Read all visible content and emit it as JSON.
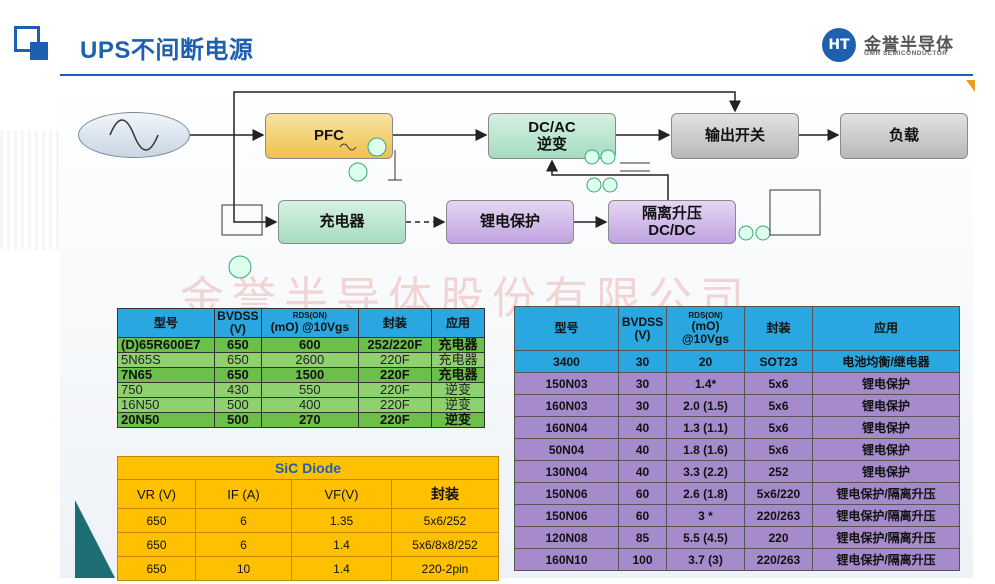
{
  "header": {
    "title": "UPS不间断电源",
    "logo_mark": "HT",
    "logo_name": "金誉半导体",
    "logo_sub": "GMR SEMICONDUCTOR"
  },
  "watermark": "金誉半导体股份有限公司",
  "diagram": {
    "pfc": "PFC",
    "dcac_line1": "DC/AC",
    "dcac_line2": "逆变",
    "output_switch": "输出开关",
    "load": "负载",
    "charger": "充电器",
    "battery_protection": "锂电保护",
    "iso_line1": "隔离升压",
    "iso_line2": "DC/DC"
  },
  "table_mosfet_hv": {
    "headers": {
      "model": "型号",
      "bvdss": "BVDSS",
      "bvdss_unit": "(V)",
      "rds": "RDS(ON)",
      "rds_unit": "(mO) @10Vgs",
      "package": "封装",
      "app": "应用"
    },
    "rows": [
      {
        "model": "(D)65R600E7",
        "bvdss": "650",
        "rds": "600",
        "package": "252/220F",
        "app": "充电器",
        "style": "dark"
      },
      {
        "model": "5N65S",
        "bvdss": "650",
        "rds": "2600",
        "package": "220F",
        "app": "充电器",
        "style": "light"
      },
      {
        "model": "7N65",
        "bvdss": "650",
        "rds": "1500",
        "package": "220F",
        "app": "充电器",
        "style": "dark"
      },
      {
        "model": "750",
        "bvdss": "430",
        "rds": "550",
        "package": "220F",
        "app": "逆变",
        "style": "light"
      },
      {
        "model": "16N50",
        "bvdss": "500",
        "rds": "400",
        "package": "220F",
        "app": "逆变",
        "style": "light"
      },
      {
        "model": "20N50",
        "bvdss": "500",
        "rds": "270",
        "package": "220F",
        "app": "逆变",
        "style": "dark"
      }
    ]
  },
  "table_sic": {
    "caption": "SiC Diode",
    "headers": {
      "vr": "VR (V)",
      "if": "IF (A)",
      "vf": "VF(V)",
      "package": "封装"
    },
    "rows": [
      {
        "vr": "650",
        "if": "6",
        "vf": "1.35",
        "package": "5x6/252"
      },
      {
        "vr": "650",
        "if": "6",
        "vf": "1.4",
        "package": "5x6/8x8/252"
      },
      {
        "vr": "650",
        "if": "10",
        "vf": "1.4",
        "package": "220-2pin"
      }
    ]
  },
  "table_mosfet_lv": {
    "headers": {
      "model": "型号",
      "bvdss": "BVDSS",
      "bvdss_unit": "(V)",
      "rds": "RDS(ON)",
      "rds_unit": "(mO)",
      "rds_cond": "@10Vgs",
      "package": "封装",
      "app": "应用"
    },
    "rows": [
      {
        "model": "3400",
        "bvdss": "30",
        "rds": "20",
        "package": "SOT23",
        "app": "电池均衡/继电器"
      },
      {
        "model": "150N03",
        "bvdss": "30",
        "rds": "1.4*",
        "package": "5x6",
        "app": "锂电保护"
      },
      {
        "model": "160N03",
        "bvdss": "30",
        "rds": "2.0 (1.5)",
        "package": "5x6",
        "app": "锂电保护"
      },
      {
        "model": "160N04",
        "bvdss": "40",
        "rds": "1.3 (1.1)",
        "package": "5x6",
        "app": "锂电保护"
      },
      {
        "model": "50N04",
        "bvdss": "40",
        "rds": "1.8 (1.6)",
        "package": "5x6",
        "app": "锂电保护"
      },
      {
        "model": "130N04",
        "bvdss": "40",
        "rds": "3.3 (2.2)",
        "package": "252",
        "app": "锂电保护"
      },
      {
        "model": "150N06",
        "bvdss": "60",
        "rds": "2.6 (1.8)",
        "package": "5x6/220",
        "app": "锂电保护/隔离升压"
      },
      {
        "model": "150N06",
        "bvdss": "60",
        "rds": "3 *",
        "package": "220/263",
        "app": "锂电保护/隔离升压"
      },
      {
        "model": "120N08",
        "bvdss": "85",
        "rds": "5.5 (4.5)",
        "package": "220",
        "app": "锂电保护/隔离升压"
      },
      {
        "model": "160N10",
        "bvdss": "100",
        "rds": "3.7 (3)",
        "package": "220/263",
        "app": "锂电保护/隔离升压"
      }
    ]
  },
  "colors": {
    "brand_blue": "#1f5fb0",
    "header_cyan": "#2aa6e0",
    "green_dark": "#6cc04a",
    "green_light": "#8fd16f",
    "sic_orange": "#ffc000",
    "purple": "#a58bcb"
  }
}
